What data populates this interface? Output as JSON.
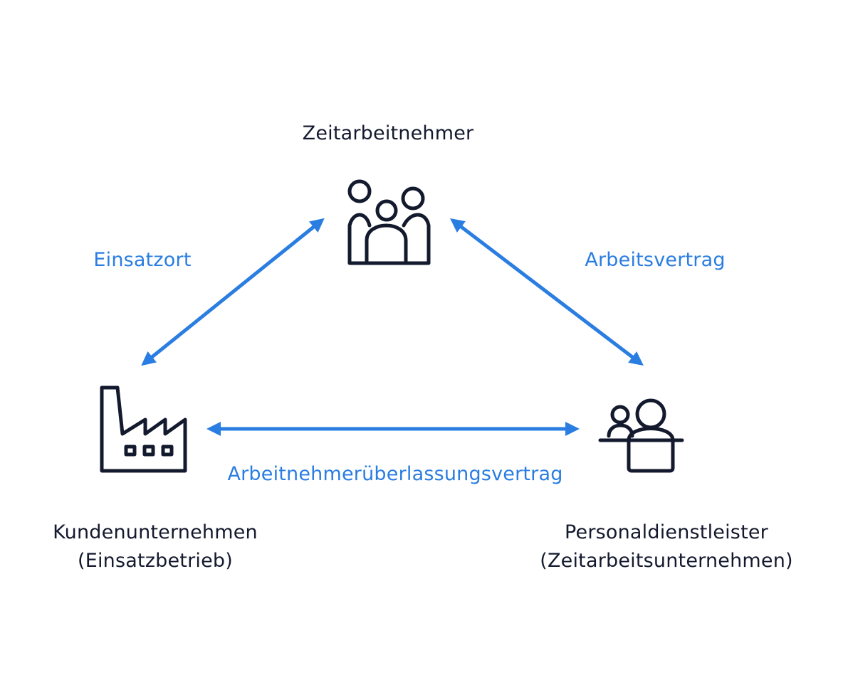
{
  "colors": {
    "accent": "#2a7de1",
    "icon": "#141a2e",
    "text": "#141a2e",
    "background": "#ffffff"
  },
  "nodes": {
    "worker": {
      "label": "Zeitarbeitnehmer",
      "icon": "people-group-icon"
    },
    "client": {
      "label_line1": "Kundenunternehmen",
      "label_line2": "(Einsatzbetrieb)",
      "icon": "factory-icon"
    },
    "provider": {
      "label_line1": "Personaldienstleister",
      "label_line2": "(Zeitarbeitsunternehmen)",
      "icon": "staff-provider-icon"
    }
  },
  "edges": {
    "worker_client": {
      "label": "Einsatzort"
    },
    "worker_provider": {
      "label": "Arbeitsvertrag"
    },
    "client_provider": {
      "label": "Arbeitnehmerüberlassungsvertrag"
    }
  }
}
